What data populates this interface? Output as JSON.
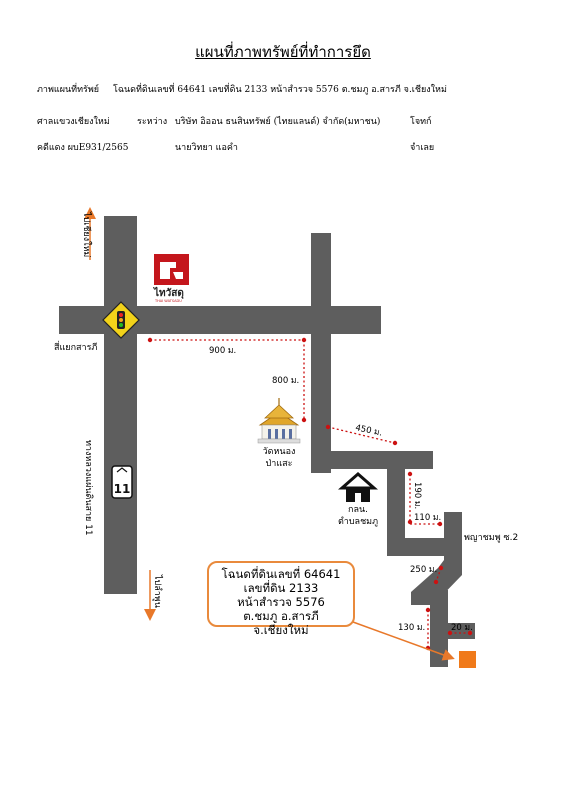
{
  "header": {
    "title": "แผนที่ภาพทรัพย์ที่ทำการยึด",
    "line1_label": "ภาพแผนที่ทรัพย์",
    "line1_text": "โฉนดที่ดินเลขที่ 64641  เลขที่ดิน 2133 หน้าสำรวจ 5576 ต.ชมภู อ.สารภี จ.เชียงใหม่",
    "court": "ศาลแขวงเชียงใหม่",
    "between": "ระหว่าง",
    "plaintiff": "บริษัท อิออน ธนสินทรัพย์ (ไทยแลนด์) จำกัด(มหาชน)",
    "plaintiff_role": "โจทก์",
    "case_no": "คดีแดง ผบE931/2565",
    "defendant": "นายวิทยา แอคำ",
    "defendant_role": "จำเลย"
  },
  "map": {
    "to_chiangmai": "ไปเชียงใหม่",
    "to_lamphun": "ไปลำพูน",
    "highway": "ทางหลวงแผ่นดินสาย 11",
    "junction": "สี่แยกสารภี",
    "route_number": "11",
    "brand_name": "ไทวัสดุ",
    "brand_sub": "THAI WATSADU",
    "temple_line1": "วัดหนอง",
    "temple_line2": "ป่าแสะ",
    "office_line1": "กลน.",
    "office_line2": "ตำบลชมภู",
    "soi_label": "พญาชมพู ซ.2",
    "distances": {
      "d900": "900 ม.",
      "d800": "800 ม.",
      "d450": "450 ม.",
      "d190": "190 ม.",
      "d110": "110 ม.",
      "d250": "250 ม.",
      "d130": "130 ม.",
      "d20": "20 ม."
    }
  },
  "deed": {
    "line1": "โฉนดที่ดินเลขที่ 64641",
    "line2": "เลขที่ดิน 2133",
    "line3": "หน้าสำรวจ 5576",
    "line4": "ต.ชมภู อ.สารภี",
    "line5": "จ.เชียงใหม่"
  },
  "colors": {
    "road": "#5e5e5e",
    "route_red": "#cc1111",
    "deed_border": "#e98a3c",
    "target": "#f07a1a",
    "sign_yellow": "#f2d21a",
    "arrow_orange": "#e8782a"
  }
}
